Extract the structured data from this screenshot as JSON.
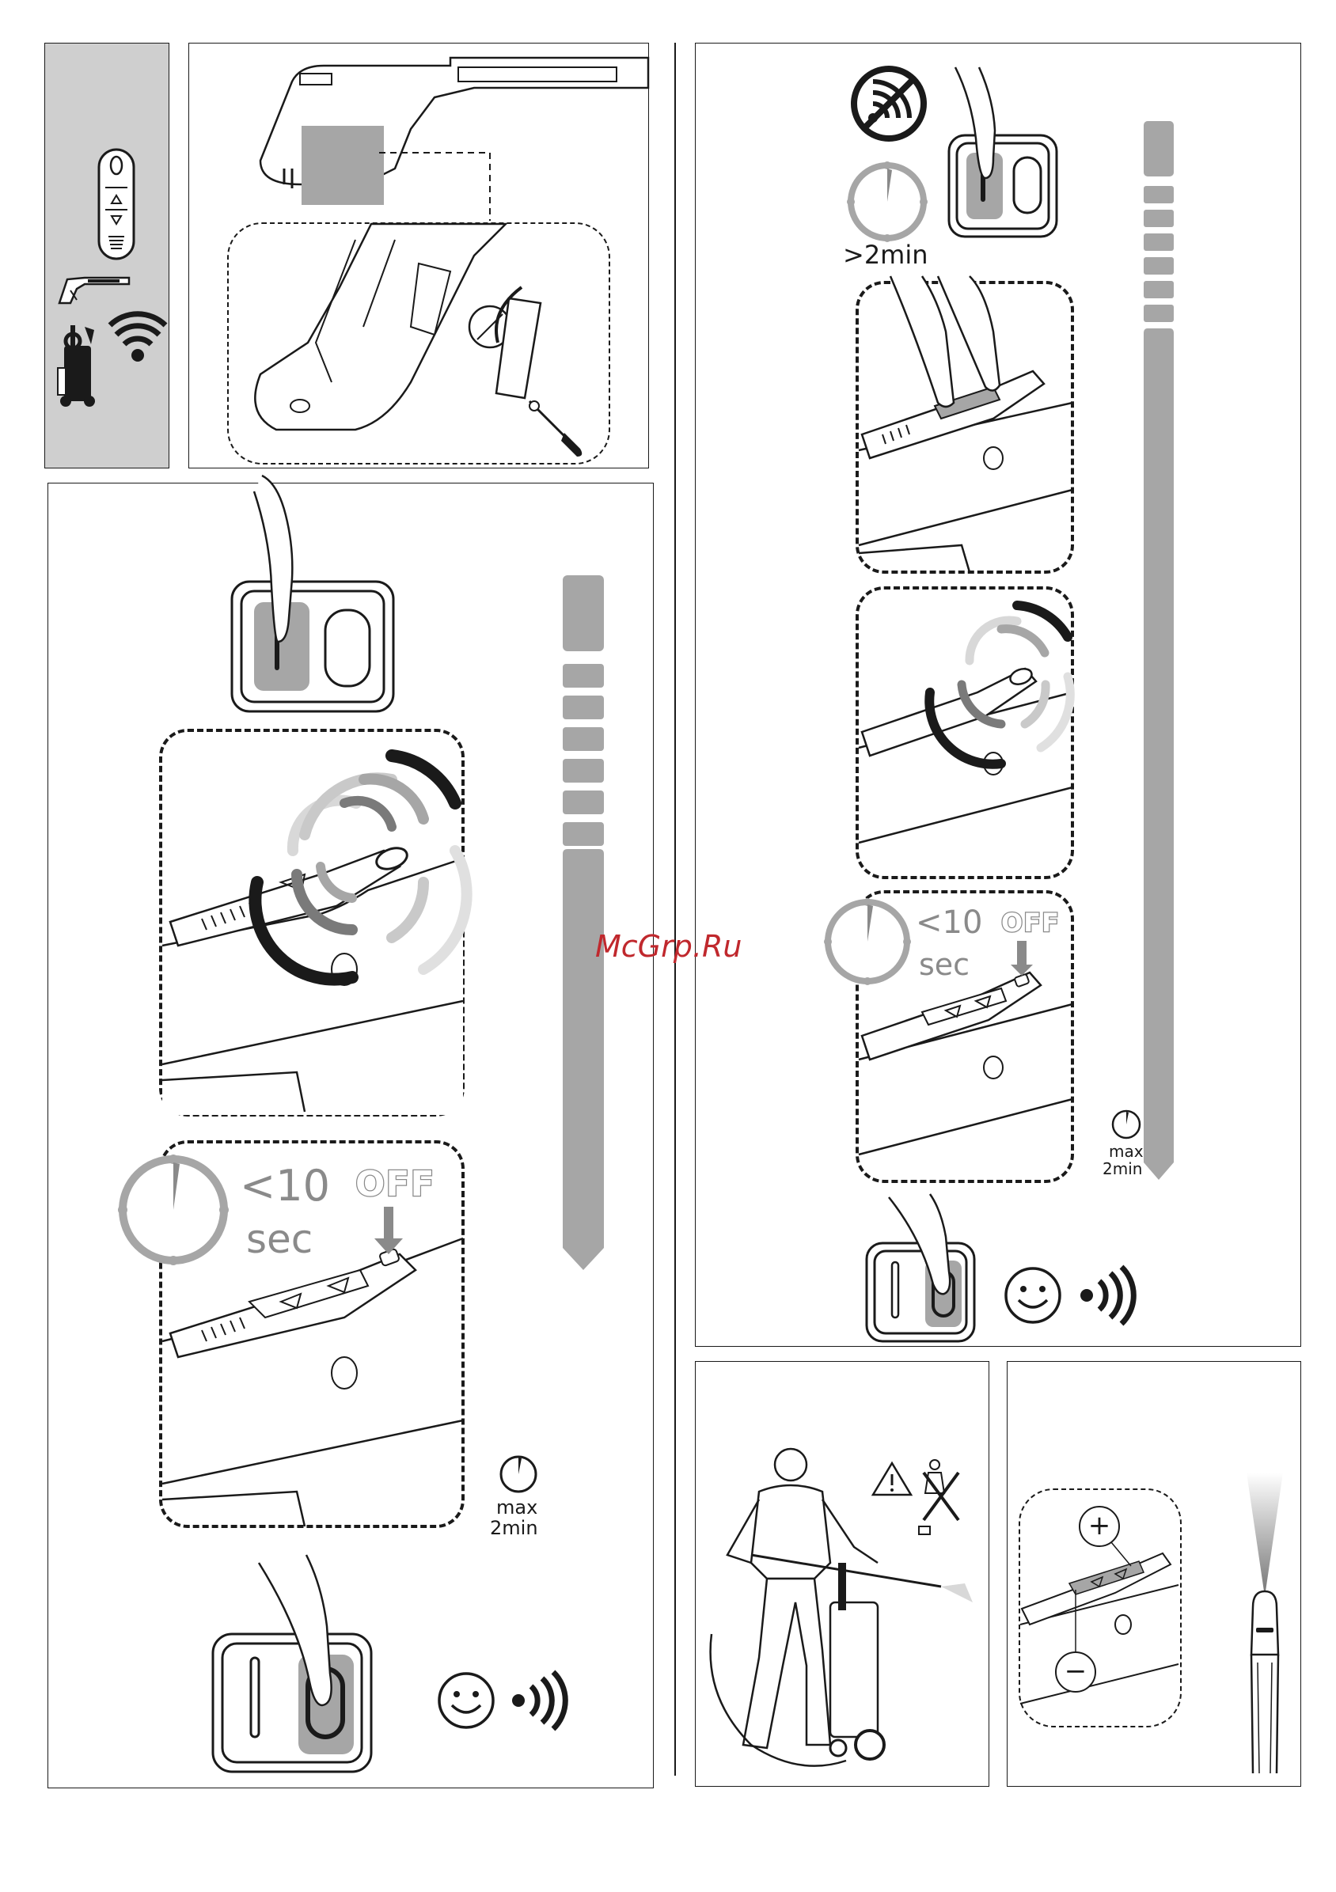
{
  "watermark": "McGrp.Ru",
  "step_left": {
    "countdown_value": "<10",
    "countdown_unit": "sec",
    "off_label": "OFF",
    "max_label": "max",
    "max_time": "2min"
  },
  "step_right": {
    "timeout_label": ">2min",
    "countdown_value": "<10",
    "countdown_unit": "sec",
    "off_label": "OFF",
    "max_label": "max",
    "max_time": "2min"
  },
  "pressure_panel": {
    "plus_symbol": "+",
    "minus_symbol": "−"
  },
  "icons": [
    "remote-control-icon",
    "spray-gun-icon",
    "pressure-washer-icon",
    "wifi-icon",
    "no-signal-icon",
    "stopwatch-icon",
    "smiley-icon",
    "signal-waves-icon",
    "warning-icon",
    "nozzle-icon",
    "battery-icon",
    "screwdriver-icon"
  ],
  "colors": {
    "panel_gray": "#cfcfcf",
    "accent_gray": "#a6a6a6",
    "watermark": "#c0282d"
  }
}
